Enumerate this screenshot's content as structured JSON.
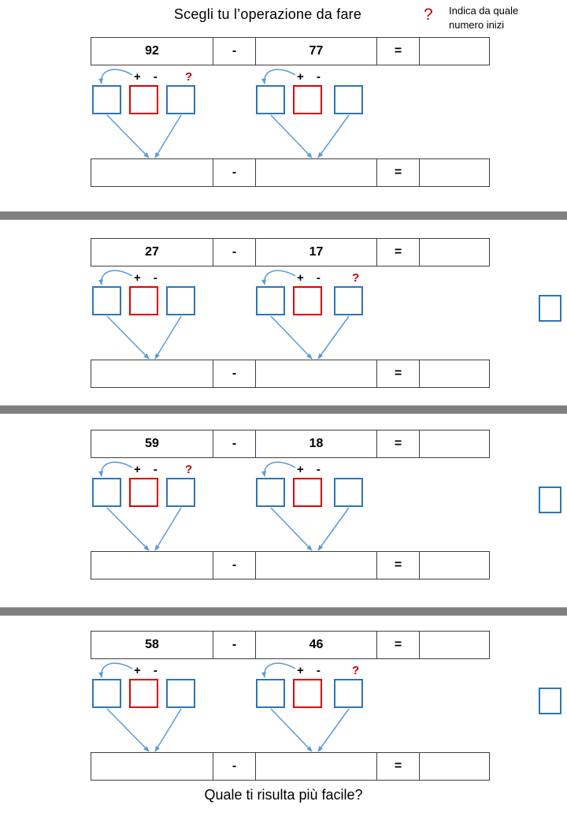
{
  "header": {
    "title": "Scegli tu l’operazione da fare",
    "hint_mark": "?",
    "hint_line1": "Indica da quale",
    "hint_line2": "numero inizi"
  },
  "labels": {
    "plus_minus": "+ -"
  },
  "sections": [
    {
      "minuend": "92",
      "operator": "-",
      "subtrahend": "77",
      "equals": "=",
      "result": "",
      "q1": "?",
      "q2": "",
      "bottom": {
        "left": "",
        "operator": "-",
        "right": "",
        "equals": "=",
        "result": ""
      }
    },
    {
      "minuend": "27",
      "operator": "-",
      "subtrahend": "17",
      "equals": "=",
      "result": "",
      "q1": "",
      "q2": "?",
      "bottom": {
        "left": "",
        "operator": "-",
        "right": "",
        "equals": "=",
        "result": ""
      }
    },
    {
      "minuend": "59",
      "operator": "-",
      "subtrahend": "18",
      "equals": "=",
      "result": "",
      "q1": "?",
      "q2": "",
      "bottom": {
        "left": "",
        "operator": "-",
        "right": "",
        "equals": "=",
        "result": ""
      }
    },
    {
      "minuend": "58",
      "operator": "-",
      "subtrahend": "46",
      "equals": "=",
      "result": "",
      "q1": "",
      "q2": "?",
      "bottom": {
        "left": "",
        "operator": "-",
        "right": "",
        "equals": "=",
        "result": ""
      }
    }
  ],
  "footer": {
    "question": "Quale ti risulta più facile?"
  },
  "colors": {
    "box_blue": "#2E75B6",
    "box_red": "#E10000",
    "arrow_blue": "#5B9BD5",
    "accent_red": "#C00000",
    "separator_gray": "#7F7F7F"
  }
}
